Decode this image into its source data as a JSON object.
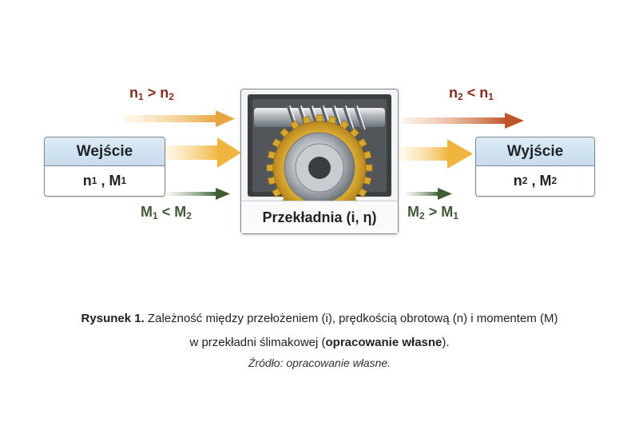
{
  "colors": {
    "arrow_top": "#c0622a",
    "arrow_middle": "#f0b53e",
    "arrow_bottom": "#3d5f32",
    "text_red": "#8a2a1f",
    "text_green": "#3f5a34",
    "box_header": "#d2e4f1",
    "gear": "#e6b838"
  },
  "input": {
    "title": "Wejście",
    "n": "n",
    "n_sub": "1",
    "sep": ",",
    "m": "M",
    "m_sub": "1"
  },
  "output": {
    "title": "Wyjście",
    "n": "n",
    "n_sub": "2",
    "sep": ",",
    "m": "M",
    "m_sub": "2"
  },
  "gearbox": {
    "label": "Przekładnia (i, η)",
    "icon": "worm-gear-icon"
  },
  "relations": {
    "speed_in": {
      "a": "n",
      "a_sub": "1",
      "op": ">",
      "b": "n",
      "b_sub": "2"
    },
    "torque_in": {
      "a": "M",
      "a_sub": "1",
      "op": "<",
      "b": "M",
      "b_sub": "2"
    },
    "speed_out": {
      "a": "n",
      "a_sub": "2",
      "op": "<",
      "b": "n",
      "b_sub": "1"
    },
    "torque_out": {
      "a": "M",
      "a_sub": "2",
      "op": ">",
      "b": "M",
      "b_sub": "1"
    }
  },
  "caption": {
    "label": "Rysunek 1.",
    "line1": " Zależność między przełożeniem (i), prędkością obrotową (n) i momentem (M)",
    "line2_pre": "w przekładni ślimakowej (",
    "line2_bold": "opracowanie własne",
    "line2_post": ").",
    "source": "Źródło: opracowanie własne."
  }
}
